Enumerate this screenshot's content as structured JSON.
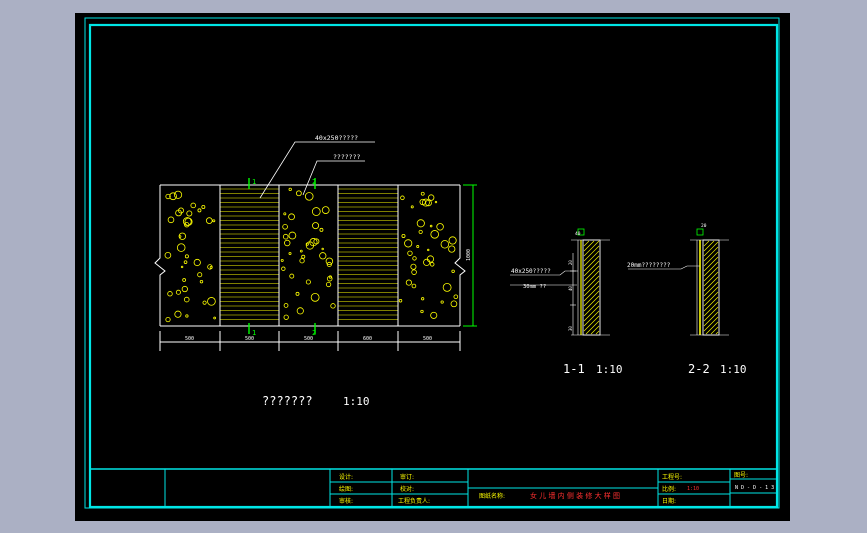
{
  "colors": {
    "frame": "#00e6e6",
    "line": "#ffffff",
    "accent": "#ffff00",
    "marker": "#00ff00",
    "title_red": "#ff3030",
    "background": "#000000",
    "page_bg": "#abb0c4"
  },
  "plan": {
    "leader_label_1": "40x250?????",
    "leader_label_2": "???????",
    "section_marks": {
      "top_left": "1",
      "top_right": "2",
      "bottom_left": "1",
      "bottom_right": "2"
    },
    "dimensions": [
      "500",
      "500",
      "500",
      "600",
      "500"
    ],
    "height_dim": "1000",
    "title": "???????",
    "scale": "1:10"
  },
  "section1": {
    "top_mark": "40",
    "label_a": "40x250?????",
    "label_b": "30mm ??",
    "dims": [
      "20",
      "40",
      "30"
    ],
    "title": "1-1",
    "scale": "1:10"
  },
  "section2": {
    "top_mark": "20",
    "label_a": "20mm????????",
    "title": "2-2",
    "scale": "1:10"
  },
  "title_block": {
    "design": "设计:",
    "draw": "绘图:",
    "check": "审核:",
    "review": "审订:",
    "proofread": "校对:",
    "lead": "工程负责人:",
    "drawing_name_label": "图纸名称:",
    "drawing_name": "女 儿 墙 内 侧 装 修 大 样 图",
    "project_no": "工程号:",
    "scale_label": "比例:",
    "scale_value": "1:10",
    "date": "日期:",
    "sheet_no_label": "图号:",
    "sheet_no": "N D - D - 1 3"
  }
}
